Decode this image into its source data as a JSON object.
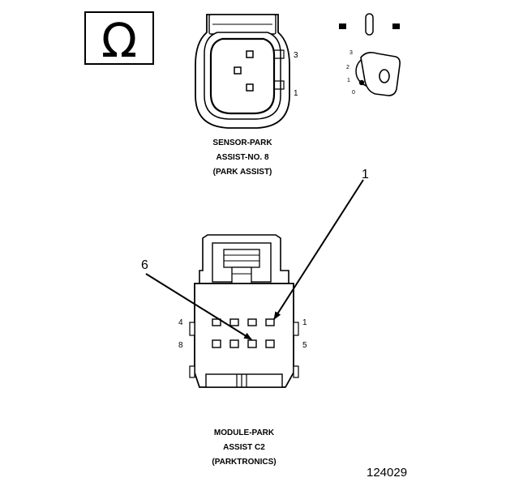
{
  "ohmmeter": {
    "symbol": "Ω"
  },
  "sensor": {
    "title_lines": [
      "SENSOR-PARK",
      "ASSIST-NO. 8",
      "(PARK ASSIST)"
    ],
    "pin_labels": {
      "top": "3",
      "bottom": "1"
    }
  },
  "ignition": {
    "positions": [
      "3",
      "2",
      "1",
      "0"
    ]
  },
  "module": {
    "title_lines": [
      "MODULE-PARK",
      "ASSIST C2",
      "(PARKTRONICS)"
    ],
    "pin_labels": {
      "row1_left": "4",
      "row1_right": "1",
      "row2_left": "8",
      "row2_right": "5"
    }
  },
  "callouts": {
    "probe_1": "1",
    "probe_6": "6"
  },
  "figure_id": "124029",
  "colors": {
    "ink": "#000000",
    "paper": "#ffffff"
  }
}
